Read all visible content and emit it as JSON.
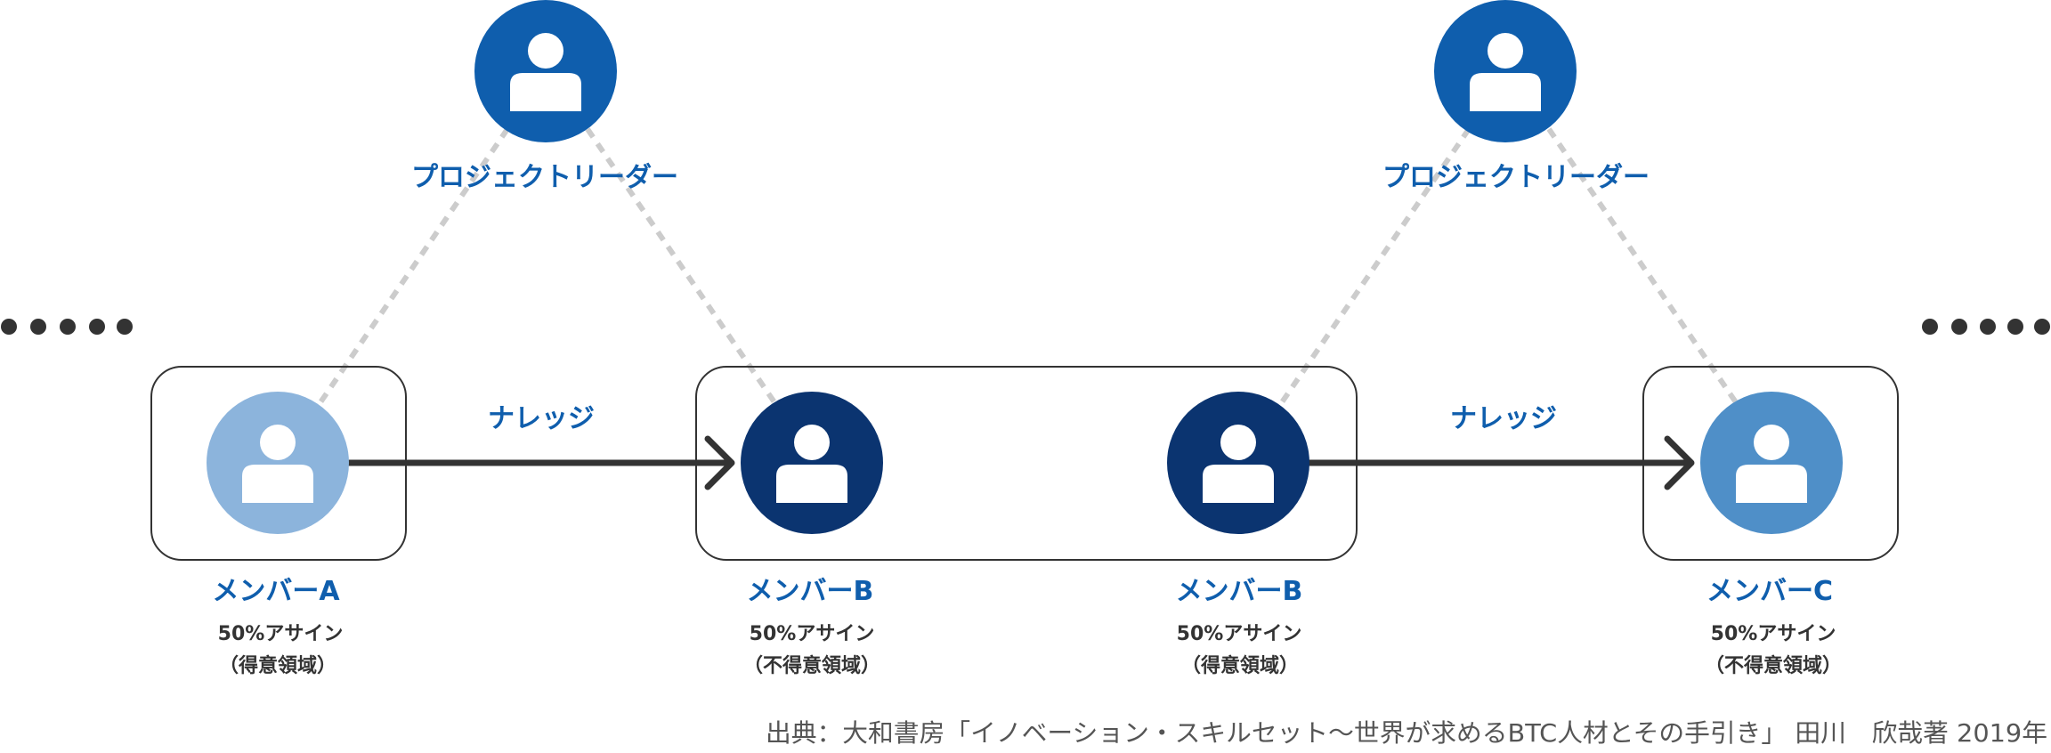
{
  "leaders": [
    {
      "label": "プロジェクトリーダー"
    },
    {
      "label": "プロジェクトリーダー"
    }
  ],
  "members": [
    {
      "name": "メンバーA",
      "assign": "50%アサイン",
      "domain": "（得意領域）"
    },
    {
      "name": "メンバーB",
      "assign": "50%アサイン",
      "domain": "（不得意領域）"
    },
    {
      "name": "メンバーB",
      "assign": "50%アサイン",
      "domain": "（得意領域）"
    },
    {
      "name": "メンバーC",
      "assign": "50%アサイン",
      "domain": "（不得意領域）"
    }
  ],
  "knowledge_labels": [
    "ナレッジ",
    "ナレッジ"
  ],
  "source": "出典：大和書房「イノベーション・スキルセット〜世界が求めるBTC人材とその手引き」 田川　欣哉著 2019年",
  "colors": {
    "leader": "#0F5EAD",
    "member_a": "#8CB4DC",
    "member_b": "#0B3470",
    "member_c": "#4F8FC8",
    "label_blue": "#0F5EAD",
    "arrow": "#333333",
    "dashed": "#CCCCCC"
  },
  "icons": [
    "person-icon"
  ]
}
